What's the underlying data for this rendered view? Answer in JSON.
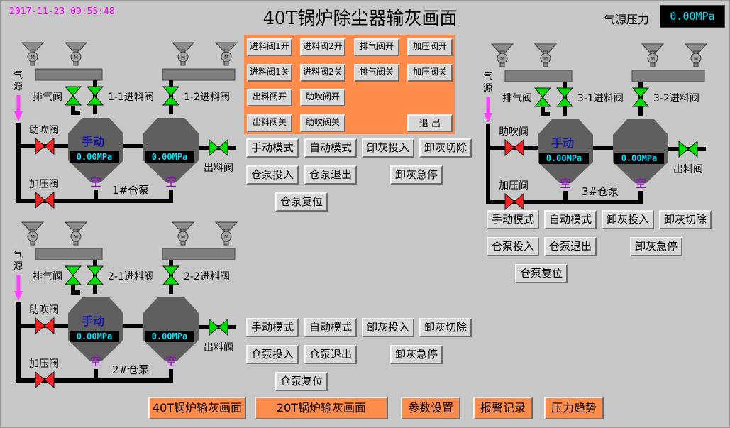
{
  "datetime": "2017-11-23   09:55:48",
  "title": "40T锅炉除尘器输灰画面",
  "air_pressure": {
    "label": "气源压力",
    "value": "0.00MPa"
  },
  "center_panel": {
    "row1": [
      "进料阀1开",
      "进料阀2开",
      "排气阀开",
      "加压阀开"
    ],
    "row2": [
      "进料阀1关",
      "进料阀2关",
      "排气阀关",
      "加压阀关"
    ],
    "row3": [
      "出料阀开",
      "助吹阀开"
    ],
    "row4": [
      "出料阀关",
      "助吹阀关"
    ],
    "exit": "退  出"
  },
  "pump_controls": {
    "manual": "手动模式",
    "auto": "自动模式",
    "start": "卸灰投入",
    "cut": "卸灰切除",
    "pump_in": "仓泵投入",
    "pump_out": "仓泵退出",
    "estop": "卸灰急停",
    "reset": "仓泵复位"
  },
  "units": [
    {
      "name": "1#仓泵",
      "air_source": "气源",
      "exhaust": "排气阀",
      "assist": "助吹阀",
      "boost": "加压阀",
      "inlet1": "1-1进料阀",
      "inlet2": "1-2进料阀",
      "outlet": "出料阀",
      "mode": "手动",
      "pressure1": "0.00MPa",
      "pressure2": "0.00MPa",
      "state1": "空",
      "state2": "空"
    },
    {
      "name": "2#仓泵",
      "air_source": "气源",
      "exhaust": "排气阀",
      "assist": "助吹阀",
      "boost": "加压阀",
      "inlet1": "2-1进料阀",
      "inlet2": "2-2进料阀",
      "outlet": "出料阀",
      "mode": "手动",
      "pressure1": "0.00MPa",
      "pressure2": "0.00MPa",
      "state1": "空",
      "state2": "空"
    },
    {
      "name": "3#仓泵",
      "air_source": "气源",
      "exhaust": "排气阀",
      "assist": "助吹阀",
      "boost": "加压阀",
      "inlet1": "3-1进料阀",
      "inlet2": "3-2进料阀",
      "outlet": "出料阀",
      "mode": "手动",
      "pressure1": "0.00MPa",
      "pressure2": "0.00MPa",
      "state1": "空",
      "state2": "空"
    }
  ],
  "nav": [
    "40T锅炉输灰画面",
    "20T锅炉输灰画面",
    "参数设置",
    "报警记录",
    "压力趋势"
  ],
  "colors": {
    "background": "#c7c7c7",
    "valve_open": "#00e000",
    "valve_closed": "#ff2020",
    "air_arrow": "#ff40ff",
    "button_orange": "#ff8c4a",
    "pressure_text": "#00e5ff"
  }
}
